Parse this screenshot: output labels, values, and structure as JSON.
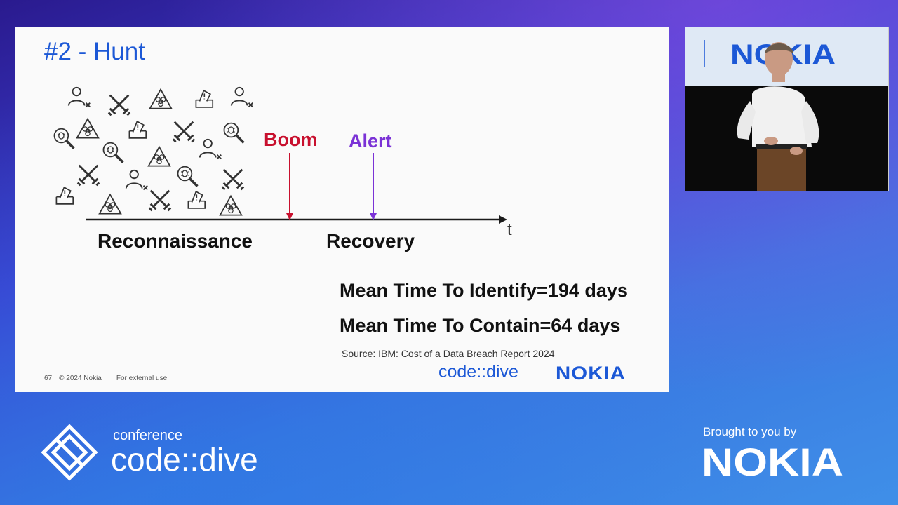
{
  "slide": {
    "title": "#2 - Hunt",
    "timeline": {
      "boom_label": "Boom",
      "alert_label": "Alert",
      "axis_label": "t",
      "phase_left": "Reconnaissance",
      "phase_right": "Recovery"
    },
    "stats": [
      "Mean Time To Identify=194 days",
      "Mean Time To Contain=64 days"
    ],
    "source": "Source: IBM: Cost of a Data Breach Report 2024",
    "footer": {
      "page_number": "67",
      "copyright": "© 2024 Nokia",
      "classification": "For external use"
    },
    "brand": {
      "event": "code::dive",
      "company": "NOKIA"
    }
  },
  "video": {
    "backdrop_logo": "NOKIA"
  },
  "overlay": {
    "conference_sub": "conference",
    "conference_name": "code::dive",
    "brought_by": "Brought to you by",
    "sponsor": "NOKIA"
  },
  "colors": {
    "nokia_blue": "#1c58d6",
    "boom_red": "#c8102e",
    "alert_purple": "#7b32d6"
  },
  "icons": [
    "user-x-icon",
    "crossed-swords-icon",
    "biohazard-icon",
    "phishing-warning-icon",
    "magnifier-bug-icon"
  ]
}
